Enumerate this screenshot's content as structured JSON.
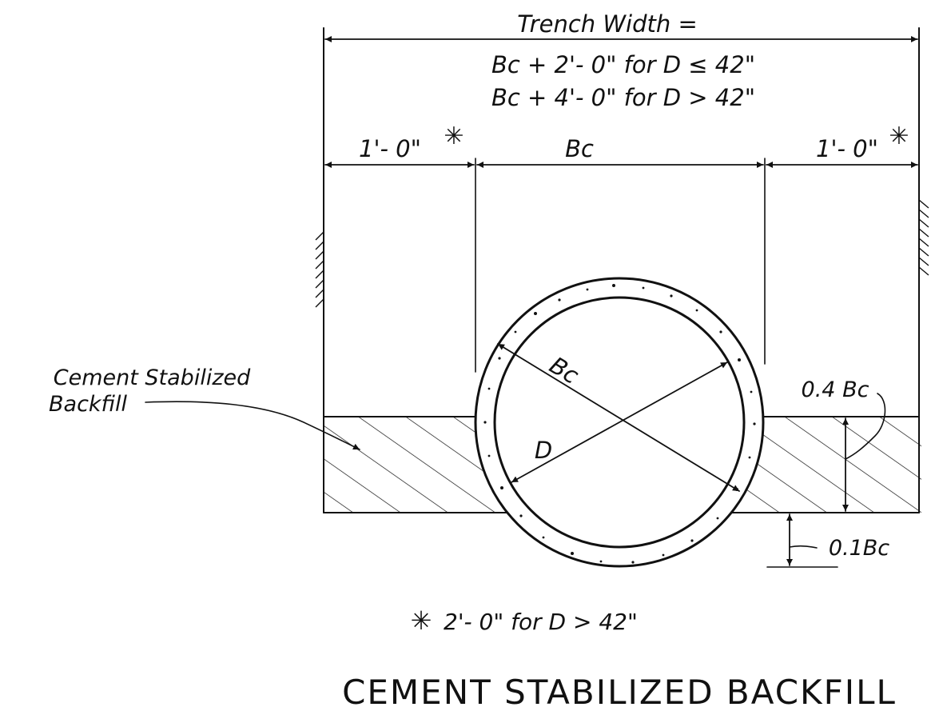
{
  "title": "CEMENT  STABILIZED  BACKFILL",
  "labels": {
    "trench_width": "Trench  Width =",
    "formula_small": "Bc + 2'- 0\"  for  D ≤ 42\"",
    "formula_large": "Bc + 4'- 0\"  for  D > 42\"",
    "left_clearance": "1'- 0\"",
    "right_clearance": "1'- 0\"",
    "bc_top": "Bc",
    "bc_pipe": "Bc",
    "d_pipe": "D",
    "bedding_height": "0.4 Bc",
    "bedding_depth": "0.1Bc",
    "backfill_line1": "Cement  Stabilized",
    "backfill_line2": "Backfill",
    "footnote": "2'- 0\"  for  D > 42\"",
    "star": "✳"
  },
  "colors": {
    "ink": "#111111",
    "paper": "#ffffff"
  }
}
